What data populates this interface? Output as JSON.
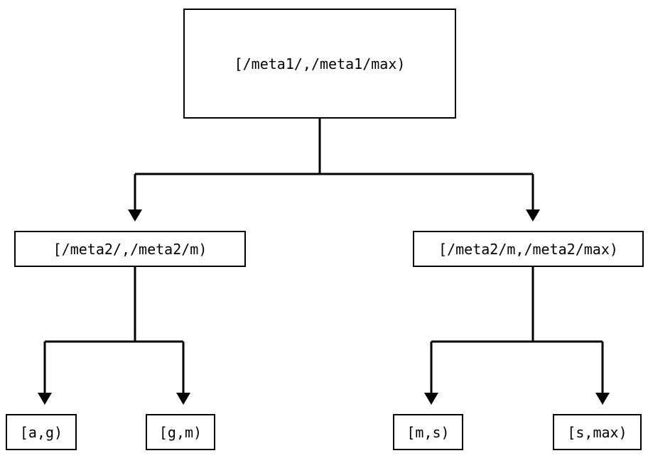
{
  "diagram": {
    "type": "tree",
    "title": "",
    "background_color": "#ffffff",
    "line_color": "#000000",
    "text_color": "#000000",
    "nodes": {
      "root": {
        "label": "[/meta1/,/meta1/max)"
      },
      "level2": [
        {
          "label": "[/meta2/,/meta2/m)"
        },
        {
          "label": "[/meta2/m,/meta2/max)"
        }
      ],
      "leaves": [
        {
          "label": "[a,g)"
        },
        {
          "label": "[g,m)"
        },
        {
          "label": "[m,s)"
        },
        {
          "label": "[s,max)"
        }
      ]
    },
    "edges": [
      {
        "from": "root",
        "to": "level2.0",
        "arrow": "filled-triangle-down"
      },
      {
        "from": "root",
        "to": "level2.1",
        "arrow": "filled-triangle-down"
      },
      {
        "from": "level2.0",
        "to": "leaves.0",
        "arrow": "filled-triangle-down"
      },
      {
        "from": "level2.0",
        "to": "leaves.1",
        "arrow": "filled-triangle-down"
      },
      {
        "from": "level2.1",
        "to": "leaves.2",
        "arrow": "filled-triangle-down"
      },
      {
        "from": "level2.1",
        "to": "leaves.3",
        "arrow": "filled-triangle-down"
      }
    ]
  }
}
